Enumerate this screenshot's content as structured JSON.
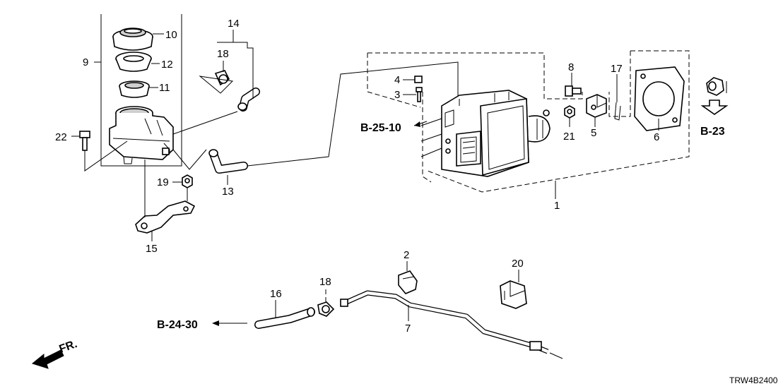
{
  "callouts": {
    "n1": "1",
    "n2": "2",
    "n3": "3",
    "n4": "4",
    "n5": "5",
    "n6": "6",
    "n7": "7",
    "n8": "8",
    "n9": "9",
    "n10": "10",
    "n11": "11",
    "n12": "12",
    "n13": "13",
    "n14": "14",
    "n15": "15",
    "n16": "16",
    "n17": "17",
    "n18a": "18",
    "n18b": "18",
    "n19": "19",
    "n20": "20",
    "n21": "21",
    "n22": "22"
  },
  "references": {
    "b2510": "B-25-10",
    "b23": "B-23",
    "b2430": "B-24-30"
  },
  "front_label": "FR.",
  "diagram_code": "TRW4B2400"
}
